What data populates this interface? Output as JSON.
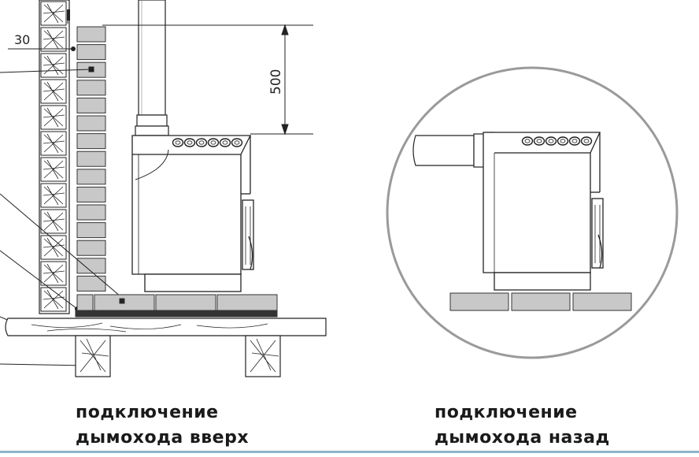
{
  "dimensions": {
    "clearance_label": "30",
    "height_label": "500"
  },
  "captions": {
    "left_line1": "подключение",
    "left_line2": "дымохода вверх",
    "right_line1": "подключение",
    "right_line2": "дымохода назад"
  }
}
